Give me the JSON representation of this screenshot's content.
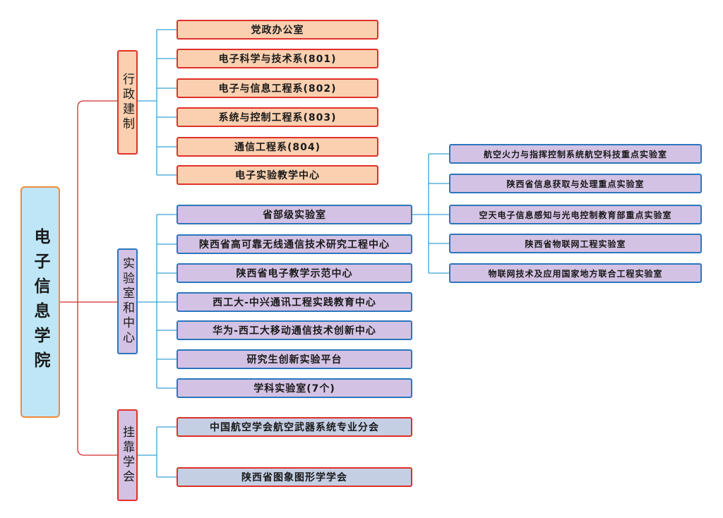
{
  "root": {
    "label": "电子信息学院"
  },
  "admin": {
    "label": "行政建制",
    "items": [
      "党政办公室",
      "电子科学与技术系(801)",
      "电子与信息工程系(802)",
      "系统与控制工程系(803)",
      "通信工程系(804)",
      "电子实验教学中心"
    ]
  },
  "labs": {
    "label": "实验室和中心",
    "items": [
      "省部级实验室",
      "陕西省高可靠无线通信技术研究工程中心",
      "陕西省电子教学示范中心",
      "西工大-中兴通讯工程实践教育中心",
      "华为-西工大移动通信技术创新中心",
      "研究生创新实验平台",
      "学科实验室(7个)"
    ]
  },
  "provincial": {
    "items": [
      "航空火力与指挥控制系统航空科技重点实验室",
      "陕西省信息获取与处理重点实验室",
      "空天电子信息感知与光电控制教育部重点实验室",
      "陕西省物联网工程实验室",
      "物联网技术及应用国家地方联合工程实验室"
    ]
  },
  "societies": {
    "label": "挂靠学会",
    "items": [
      "中国航空学会航空武器系统专业分会",
      "陕西省图象图形学学会"
    ]
  },
  "colors": {
    "red_line": "#d42a2a",
    "blue_line": "#3aa0d8"
  }
}
